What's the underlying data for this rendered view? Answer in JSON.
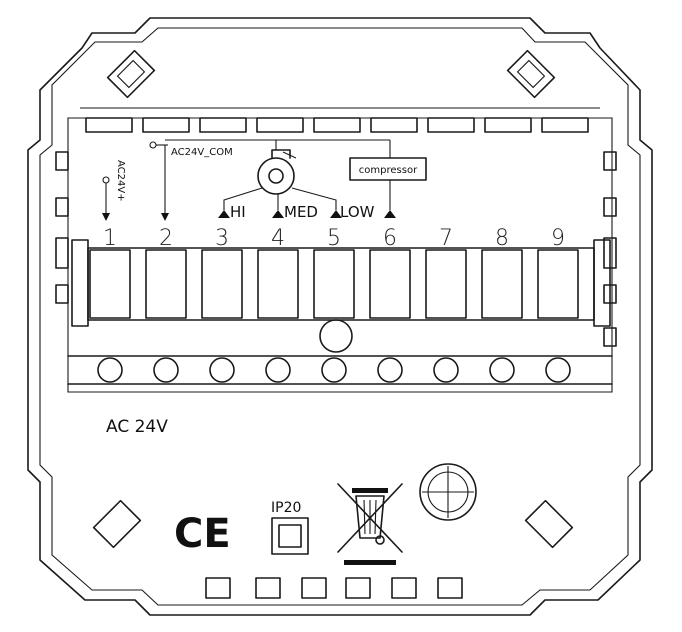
{
  "terminals": [
    "1",
    "2",
    "3",
    "4",
    "5",
    "6",
    "7",
    "8",
    "9"
  ],
  "labels": {
    "ac24v_plus": "AC24V+",
    "ac24v_com": "AC24V_COM",
    "hi": "HI",
    "med": "MED",
    "low": "LOW",
    "compressor": "compressor",
    "power": "AC 24V",
    "ip_rating": "IP20"
  },
  "marks": {
    "ce": "CE"
  },
  "icons": [
    "fan-icon",
    "ce-mark-icon",
    "ip20-square-icon",
    "weee-bin-icon",
    "knockout-icon"
  ]
}
